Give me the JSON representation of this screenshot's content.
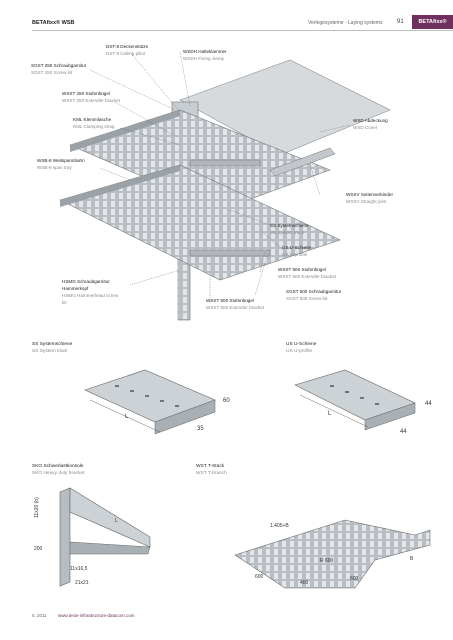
{
  "header": {
    "product": "BETAfixx® WSB",
    "section": "Verlegesysteme - Laying systems",
    "page_number": "91",
    "brand": "BETAfixx®",
    "brand_color": "#6f2f5f"
  },
  "callouts": [
    {
      "de": "DST-8 Deckenstütze",
      "en": "DST-8 Ceiling pillar"
    },
    {
      "de": "WSDH Halteklammer",
      "en": "WSDH Fixing clamp"
    },
    {
      "de": "SGST 250 Schraubgarnitur",
      "en": "SGST 250 Screw kit"
    },
    {
      "de": "WSST 250 Stufenbügel",
      "en": "WSST 250 Extender bracket"
    },
    {
      "de": "KML Klemmlasche",
      "en": "KML Clamping strap"
    },
    {
      "de": "WSD Abdeckung",
      "en": "WSD Cover"
    },
    {
      "de": "WSB-8 Weitspannbahn",
      "en": "WSB-8 span tray"
    },
    {
      "de": "WSSV Seitenverbinder",
      "en": "WSSV Straight joint"
    },
    {
      "de": "SS Systemschiene",
      "en": "SS System track"
    },
    {
      "de": "US U-Schiene",
      "en": "US U-profile"
    },
    {
      "de": "WSST 500 Stufenbügel",
      "en": "WSST 500 Extender bracket"
    },
    {
      "de": "HSMG Schraubgarnitur Hammerkopf",
      "en": "HSMG Hammerhead screw kit"
    },
    {
      "de": "SGST 500 Schraubgarnitur",
      "en": "SGST 500 Screw kit"
    },
    {
      "de": "WSST 500 Stufenbügel",
      "en": "WSST 500 Extender bracket"
    }
  ],
  "sections": {
    "ss": {
      "de": "SS Systemschiene",
      "en": "SS System track"
    },
    "us": {
      "de": "US U-Schiene",
      "en": "US U-profile"
    },
    "sko": {
      "de": "SKO Schwerlastkonsole",
      "en": "SKO Heavy duty bracket"
    },
    "wst": {
      "de": "WST T-Stück",
      "en": "WST T-branch"
    }
  },
  "dimensions": {
    "ss": {
      "l": "L",
      "h": "60",
      "w": "35"
    },
    "us": {
      "l": "L",
      "h": "44",
      "w": "44"
    },
    "sko": {
      "holes": "11x20 (b)",
      "height": "200",
      "slot": "11x16,5",
      "bottom": "21x21",
      "l": "L"
    },
    "wst": {
      "w": "1.405+B",
      "r": "R 600",
      "b": "B",
      "d1": "600",
      "d2": "400",
      "d3": "600"
    }
  },
  "footer": {
    "edition": "5. 2011",
    "url": "www.tesin-infrastructure-datacom.com"
  }
}
